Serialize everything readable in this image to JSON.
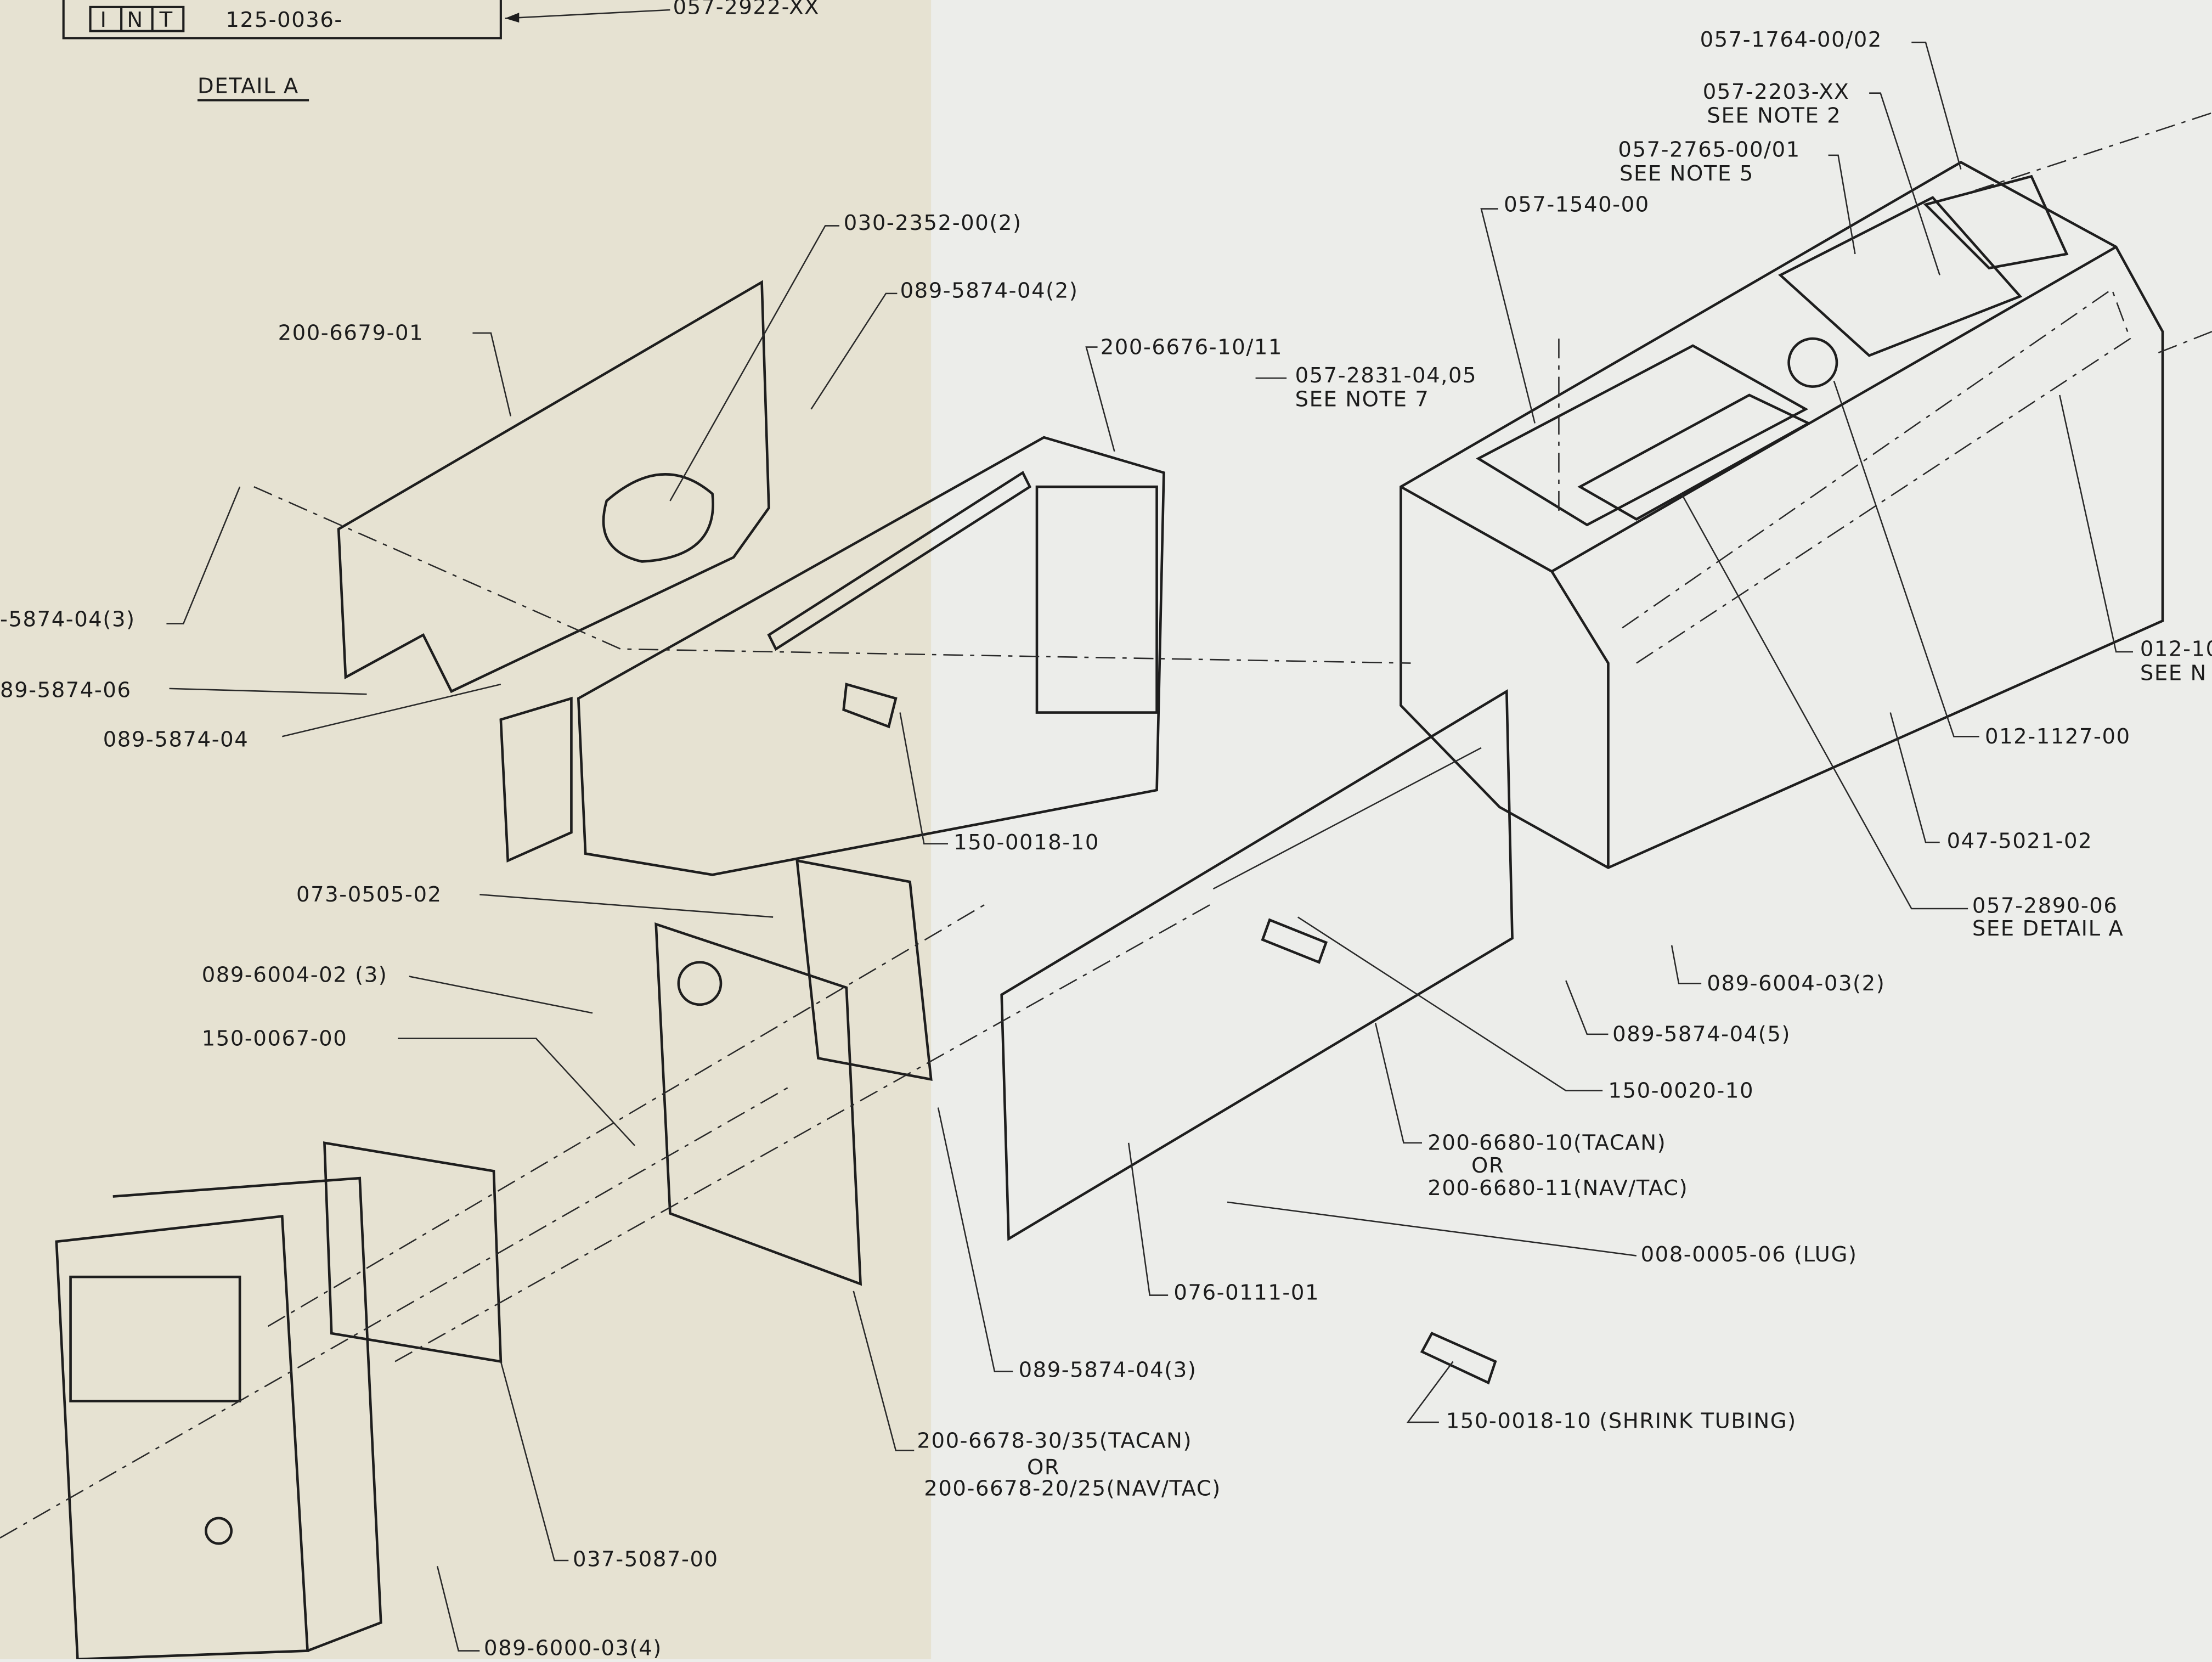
{
  "detail_a": {
    "int_cells": [
      "I",
      "N",
      "T"
    ],
    "part_prefix": "125-0036-",
    "callout": "057-2922-XX",
    "title": "DETAIL A"
  },
  "callouts": [
    {
      "id": "c1",
      "lines": [
        "057-1764-00/02"
      ]
    },
    {
      "id": "c2",
      "lines": [
        "057-2203-XX",
        "SEE NOTE 2"
      ]
    },
    {
      "id": "c3",
      "lines": [
        "057-2765-00/01",
        "SEE NOTE 5"
      ]
    },
    {
      "id": "c4",
      "lines": [
        "057-1540-00"
      ]
    },
    {
      "id": "c5",
      "lines": [
        "030-2352-00(2)"
      ]
    },
    {
      "id": "c6",
      "lines": [
        "089-5874-04(2)"
      ]
    },
    {
      "id": "c7",
      "lines": [
        "200-6679-01"
      ]
    },
    {
      "id": "c8",
      "lines": [
        "200-6676-10/11"
      ]
    },
    {
      "id": "c9",
      "lines": [
        "057-2831-04,05",
        "SEE NOTE 7"
      ]
    },
    {
      "id": "c10",
      "lines": [
        "-5874-04(3)"
      ]
    },
    {
      "id": "c11",
      "lines": [
        "89-5874-06"
      ]
    },
    {
      "id": "c12",
      "lines": [
        "089-5874-04"
      ]
    },
    {
      "id": "c13",
      "lines": [
        "012-10",
        "SEE N"
      ]
    },
    {
      "id": "c14",
      "lines": [
        "012-1127-00"
      ]
    },
    {
      "id": "c15",
      "lines": [
        "047-5021-02"
      ]
    },
    {
      "id": "c16",
      "lines": [
        "150-0018-10"
      ]
    },
    {
      "id": "c17",
      "lines": [
        "073-0505-02"
      ]
    },
    {
      "id": "c18",
      "lines": [
        "057-2890-06",
        "SEE DETAIL A"
      ]
    },
    {
      "id": "c19",
      "lines": [
        "089-6004-03(2)"
      ]
    },
    {
      "id": "c20",
      "lines": [
        "089-6004-02 (3)"
      ]
    },
    {
      "id": "c21",
      "lines": [
        "089-5874-04(5)"
      ]
    },
    {
      "id": "c22",
      "lines": [
        "150-0067-00"
      ]
    },
    {
      "id": "c23",
      "lines": [
        "150-0020-10"
      ]
    },
    {
      "id": "c24",
      "lines": [
        "200-6680-10(TACAN)",
        "OR",
        "200-6680-11(NAV/TAC)"
      ]
    },
    {
      "id": "c25",
      "lines": [
        "008-0005-06 (LUG)"
      ]
    },
    {
      "id": "c26",
      "lines": [
        "076-0111-01"
      ]
    },
    {
      "id": "c27",
      "lines": [
        "089-5874-04(3)"
      ]
    },
    {
      "id": "c28",
      "lines": [
        "150-0018-10 (SHRINK TUBING)"
      ]
    },
    {
      "id": "c29",
      "lines": [
        "200-6678-30/35(TACAN)",
        "OR",
        "200-6678-20/25(NAV/TAC)"
      ]
    },
    {
      "id": "c30",
      "lines": [
        "037-5087-00"
      ]
    },
    {
      "id": "c31",
      "lines": [
        "089-6000-03(4)"
      ]
    }
  ],
  "colors": {
    "paper_left": "#e6e2d2",
    "paper_right": "#ecedea",
    "ink": "#1e1e1e"
  }
}
